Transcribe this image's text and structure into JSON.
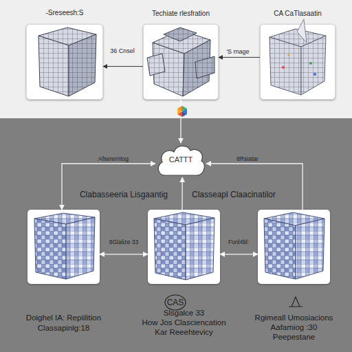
{
  "diagram": {
    "nodes": [
      {
        "text": [
          "-Sreseesh:S"
        ]
      },
      {
        "text": [
          "Techiate rlesfration"
        ]
      },
      {
        "text": [
          "CA CaTlasaatin"
        ]
      },
      {
        "text": [
          "CATTT"
        ]
      },
      {
        "text": [
          "Doighel IA: Repiilition",
          "Classapinlg:18"
        ]
      },
      {
        "text": [
          "Slsgalce 33",
          "How Jos Clasciencation",
          "Kar Reeehtevicy"
        ]
      },
      {
        "text": [
          "Rgimeall Umosiacions",
          "Aafamiog :30",
          "Peepestane"
        ]
      }
    ],
    "edges": [
      {
        "from": 1,
        "to": 0,
        "arrow": "to",
        "label": "36 Cnsel"
      },
      {
        "from": 2,
        "to": 1,
        "arrow": "to",
        "label": "'S rnage"
      },
      {
        "from": 1,
        "to": 3,
        "arrow": "both"
      },
      {
        "from": 4,
        "to": 3,
        "arrow": "both",
        "label": "Afsererritog"
      },
      {
        "from": 6,
        "to": 3,
        "arrow": "to",
        "label": "8Rsiatar"
      },
      {
        "from": 5,
        "to": 3,
        "arrow": "to"
      },
      {
        "from": 4,
        "to": 5,
        "arrow": "both",
        "label": "8Glalize 33"
      },
      {
        "from": 5,
        "to": 6,
        "arrow": "both",
        "label": "Fonl4bl:"
      }
    ],
    "labels": [
      "Clabasseeria Lisgaantig",
      "Classeapl Claacinatilor",
      "CAS"
    ]
  }
}
